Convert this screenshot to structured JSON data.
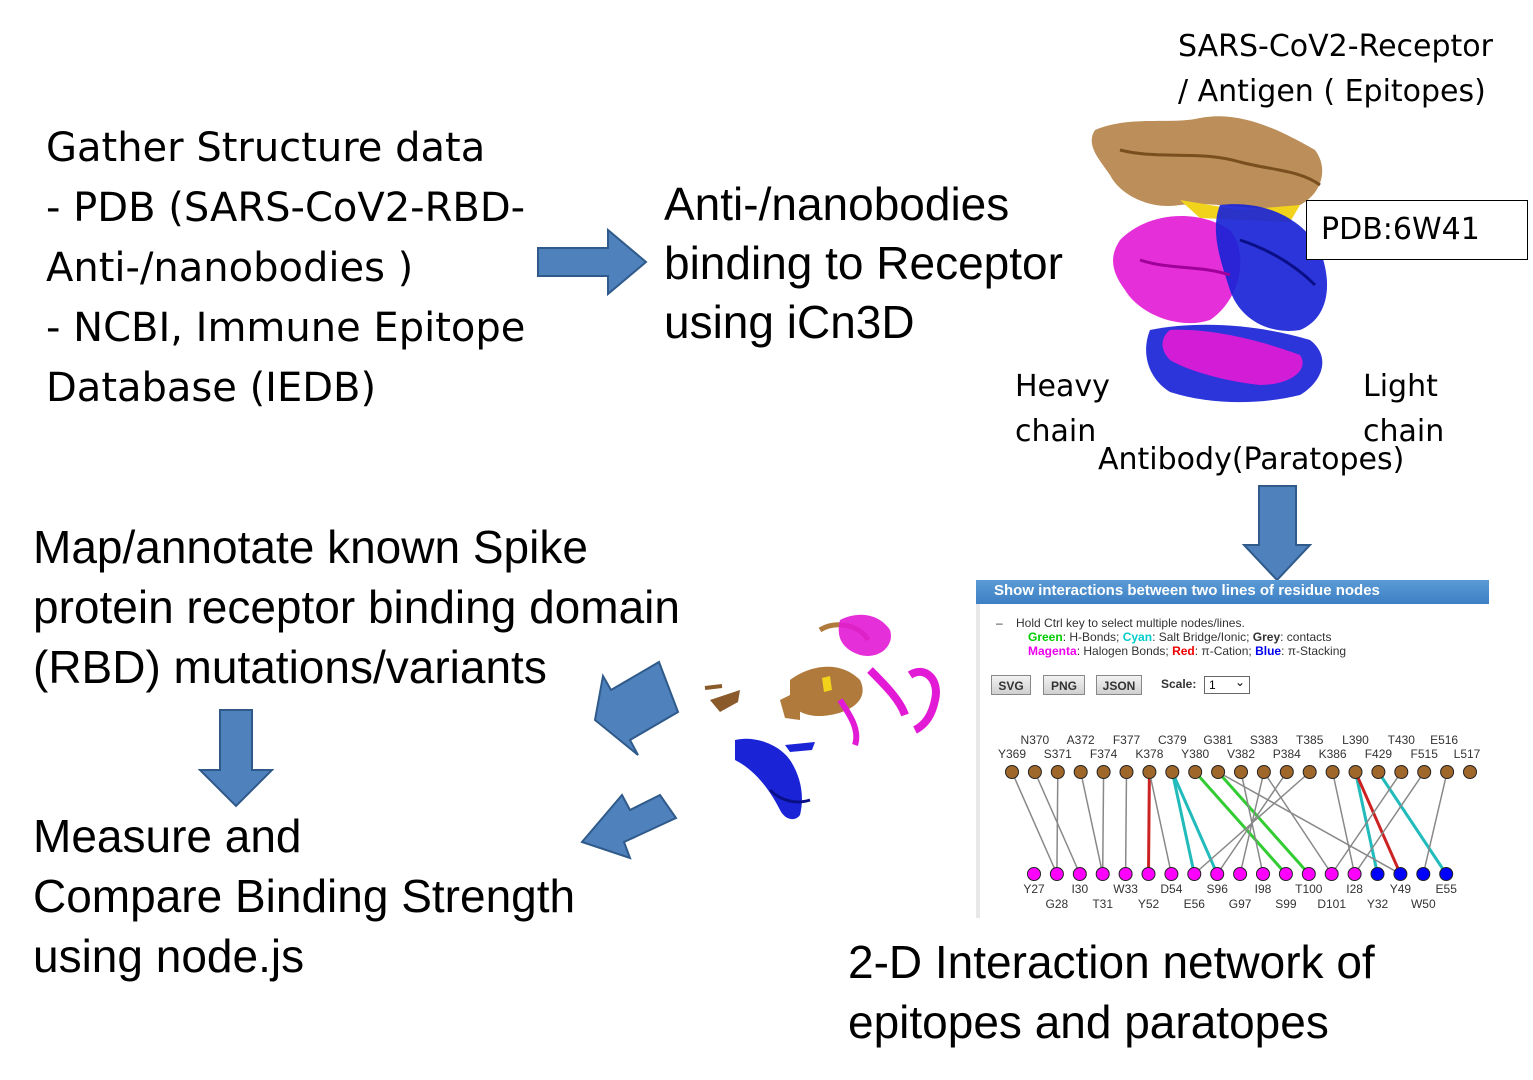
{
  "gather": {
    "lines": [
      "Gather Structure data",
      "- PDB (SARS-CoV2-RBD-",
      "Anti-/nanobodies )",
      "- NCBI, Immune Epitope",
      "Database (IEDB)"
    ]
  },
  "antibodies_binding": {
    "lines": [
      "Anti-/nanobodies",
      "binding to Receptor",
      "using iCn3D"
    ]
  },
  "receptor_label": {
    "lines": [
      "SARS-CoV2-Receptor",
      "/ Antigen ( Epitopes)"
    ]
  },
  "pdb_id": "PDB:6W41",
  "heavy_chain": {
    "lines": [
      "Heavy",
      "chain"
    ]
  },
  "light_chain": {
    "lines": [
      "Light",
      "chain"
    ]
  },
  "paratope_label": "Antibody(Paratopes)",
  "map_annotate": {
    "lines": [
      "Map/annotate known Spike",
      "protein receptor binding domain",
      "(RBD) mutations/variants"
    ]
  },
  "measure": {
    "lines": [
      "Measure and",
      "Compare Binding Strength",
      "using node.js"
    ]
  },
  "network_caption": {
    "lines": [
      "2-D Interaction network of",
      "epitopes and paratopes"
    ]
  },
  "panel": {
    "title": "Show interactions between two lines of residue nodes",
    "hint": "Hold Ctrl key to select multiple nodes/lines.",
    "legend_green": "Green",
    "legend_green_text": ": H-Bonds; ",
    "legend_cyan": "Cyan",
    "legend_cyan_text": ": Salt Bridge/Ionic; ",
    "legend_grey": "Grey",
    "legend_grey_text": ": contacts",
    "legend_magenta": "Magenta",
    "legend_magenta_text": ": Halogen Bonds; ",
    "legend_red": "Red",
    "legend_red_text": ": π-Cation; ",
    "legend_blue": "Blue",
    "legend_blue_text": ": π-Stacking",
    "buttons": [
      "SVG",
      "PNG",
      "JSON"
    ],
    "scale_label": "Scale:",
    "scale_value": "1",
    "top_labels_upper": [
      "N370",
      "A372",
      "F377",
      "C379",
      "G381",
      "S383",
      "T385",
      "L390",
      "T430",
      "E516"
    ],
    "top_labels_lower": [
      "Y369",
      "S371",
      "F374",
      "K378",
      "Y380",
      "V382",
      "P384",
      "K386",
      "F429",
      "F515",
      "L517"
    ],
    "bottom_labels_upper": [
      "Y27",
      "I30",
      "W33",
      "D54",
      "S96",
      "I98",
      "T100",
      "I28",
      "Y49",
      "E55"
    ],
    "bottom_labels_lower": [
      "G28",
      "T31",
      "Y52",
      "E56",
      "G97",
      "S99",
      "D101",
      "Y32",
      "W50"
    ]
  },
  "colors": {
    "arrow_fill": "#4f81bd",
    "arrow_stroke": "#2f5a8a",
    "epitope_node": "#a0672a",
    "heavy_node": "#ff00ff",
    "light_node": "#0000ff",
    "h_bond": "#33cc33",
    "salt_bridge": "#22bbbb",
    "contact": "#888888",
    "pi_cation": "#cc2222"
  }
}
